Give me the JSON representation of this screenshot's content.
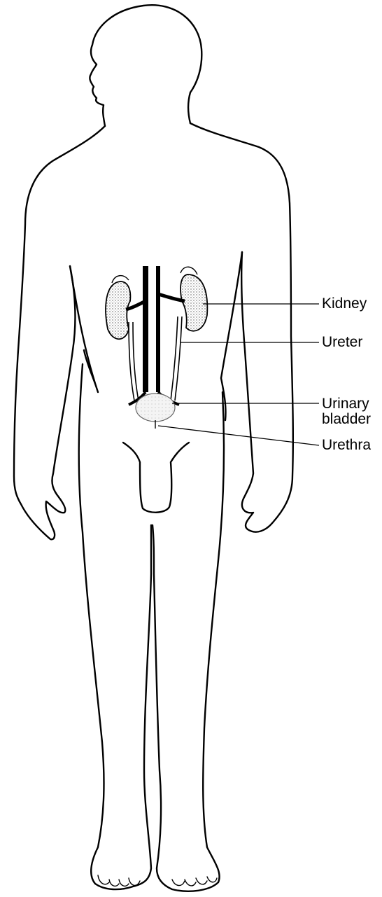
{
  "labels": {
    "kidney": "Kidney",
    "ureter": "Ureter",
    "bladder_line1": "Urinary",
    "bladder_line2": "bladder",
    "urethra": "Urethra"
  }
}
